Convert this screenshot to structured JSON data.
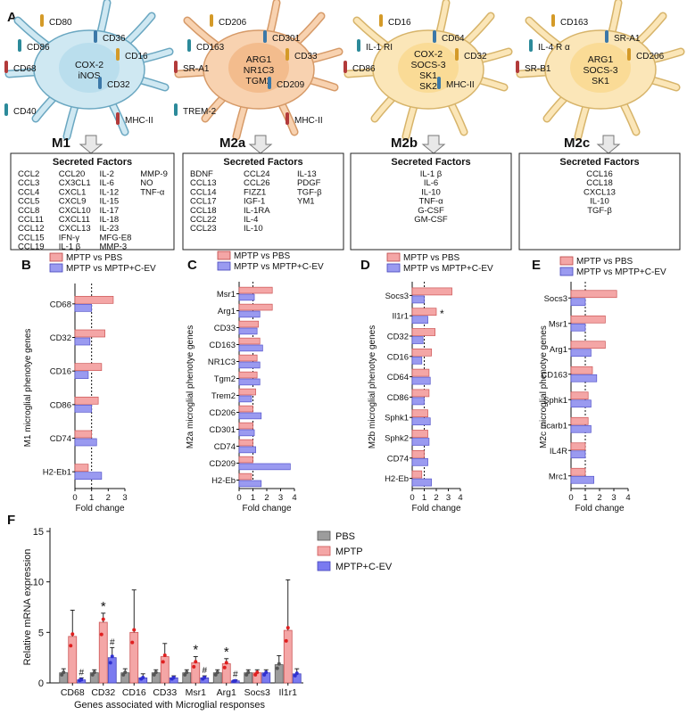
{
  "panel_letters": {
    "A": "A",
    "B": "B",
    "C": "C",
    "D": "D",
    "E": "E",
    "F": "F"
  },
  "cells": [
    {
      "id": "M1",
      "title": "M1",
      "color": "#cfe8f2",
      "edge": "#6aa7c1",
      "inner_labels": [
        "COX-2",
        "iNOS"
      ],
      "receptors": [
        "CD80",
        "CD36",
        "CD86",
        "CD68",
        "CD16",
        "CD32",
        "CD40",
        "MHC-II"
      ],
      "secreted_title": "Secreted Factors",
      "secreted_cols": [
        [
          "CCL2",
          "CCL3",
          "CCL4",
          "CCL5",
          "CCL8",
          "CCL11",
          "CCL12",
          "CCL15",
          "CCL19"
        ],
        [
          "CCL20",
          "CX3CL1",
          "CXCL1",
          "CXCL9",
          "CXCL10",
          "CXCL11",
          "CXCL13",
          "IFN-γ",
          "IL-1 β"
        ],
        [
          "IL-2",
          "IL-6",
          "IL-12",
          "IL-15",
          "IL-17",
          "IL-18",
          "IL-23",
          "MFG-E8",
          "MMP-3"
        ],
        [
          "MMP-9",
          "NO",
          "TNF-α"
        ]
      ]
    },
    {
      "id": "M2a",
      "title": "M2a",
      "color": "#f8d2b0",
      "edge": "#d69a68",
      "inner_labels": [
        "ARG1",
        "NR1C3",
        "TGM2"
      ],
      "receptors": [
        "CD206",
        "CD301",
        "CD163",
        "SR-A1",
        "CD33",
        "CD209",
        "TREM-2",
        "MHC-II"
      ],
      "secreted_title": "Secreted Factors",
      "secreted_cols": [
        [
          "BDNF",
          "CCL13",
          "CCL14",
          "CCL17",
          "CCL18",
          "CCL22",
          "CCL23"
        ],
        [
          "CCL24",
          "CCL26",
          "FIZZ1",
          "IGF-1",
          "IL-1RA",
          "IL-4",
          "IL-10"
        ],
        [
          "IL-13",
          "PDGF",
          "TGF-β",
          "YM1"
        ]
      ]
    },
    {
      "id": "M2b",
      "title": "M2b",
      "color": "#fbe6b8",
      "edge": "#d7b46a",
      "inner_labels": [
        "COX-2",
        "SOCS-3",
        "SK1",
        "SK2"
      ],
      "receptors": [
        "CD16",
        "CD64",
        "IL-1 RI",
        "CD86",
        "CD32",
        "MHC-II"
      ],
      "secreted_title": "Secreted Factors",
      "secreted_cols": [
        [
          "IL-1 β",
          "IL-6",
          "IL-10",
          "TNF-α",
          "G-CSF",
          "GM-CSF"
        ]
      ]
    },
    {
      "id": "M2c",
      "title": "M2c",
      "color": "#fbe6b8",
      "edge": "#d7b46a",
      "inner_labels": [
        "ARG1",
        "SOCS-3",
        "SK1"
      ],
      "receptors": [
        "CD163",
        "SR-A1",
        "IL-4 R α",
        "SR-B1",
        "CD206"
      ],
      "secreted_title": "Secreted Factors",
      "secreted_cols": [
        [
          "CCL16",
          "CCL18",
          "CXCL13",
          "IL-10",
          "TGF-β"
        ]
      ]
    }
  ],
  "legend_fold": {
    "s1": "MPTP vs PBS",
    "s2": "MPTP vs MPTP+C-EV"
  },
  "colors": {
    "s1": "#f4a6a6",
    "s2": "#9a9af0",
    "pbs": "#9c9c9c",
    "mptp": "#f4a6a6",
    "cev": "#7a7af0",
    "dot1": "#e02020",
    "dot2": "#3030d0",
    "dotg": "#555555"
  },
  "chart_data": [
    {
      "id": "B",
      "type": "bar",
      "orientation": "horizontal",
      "title": "",
      "ylabel": "M1 microglial phenotye genes",
      "xlabel": "Fold change",
      "xlim": [
        0,
        3
      ],
      "xticks": [
        0,
        1,
        2,
        3
      ],
      "refline": 1,
      "categories": [
        "CD68",
        "CD32",
        "CD16",
        "CD86",
        "CD74",
        "H2-Eb1"
      ],
      "series": [
        {
          "name": "MPTP vs PBS",
          "values": [
            2.3,
            1.8,
            1.6,
            1.4,
            1.0,
            0.8
          ]
        },
        {
          "name": "MPTP vs MPTP+C-EV",
          "values": [
            1.0,
            0.9,
            0.8,
            1.0,
            1.3,
            1.6
          ]
        }
      ],
      "annotations": []
    },
    {
      "id": "C",
      "type": "bar",
      "orientation": "horizontal",
      "title": "",
      "ylabel": "M2a microglial phenotye genes",
      "xlabel": "Fold change",
      "xlim": [
        0,
        4
      ],
      "xticks": [
        0,
        1,
        2,
        3,
        4
      ],
      "refline": 1,
      "categories": [
        "Msr1",
        "Arg1",
        "CD33",
        "CD163",
        "NR1C3",
        "Tgm2",
        "Trem2",
        "CD206",
        "CD301",
        "CD74",
        "CD209",
        "H2-Eb"
      ],
      "series": [
        {
          "name": "MPTP vs PBS",
          "values": [
            2.4,
            2.4,
            1.4,
            1.5,
            1.3,
            1.3,
            1.2,
            1.0,
            1.0,
            1.0,
            1.0,
            0.9
          ]
        },
        {
          "name": "MPTP vs MPTP+C-EV",
          "values": [
            1.1,
            1.5,
            1.3,
            1.7,
            1.5,
            1.5,
            0.9,
            1.6,
            1.1,
            1.2,
            3.7,
            1.6
          ]
        }
      ],
      "annotations": []
    },
    {
      "id": "D",
      "type": "bar",
      "orientation": "horizontal",
      "title": "",
      "ylabel": "M2b microglial phenotye genes",
      "xlabel": "Fold change",
      "xlim": [
        0,
        4
      ],
      "xticks": [
        0,
        1,
        2,
        3,
        4
      ],
      "refline": 1,
      "categories": [
        "Socs3",
        "Il1r1",
        "CD32",
        "CD16",
        "CD64",
        "CD86",
        "Sphk1",
        "Sphk2",
        "CD74",
        "H2-Eb"
      ],
      "series": [
        {
          "name": "MPTP vs PBS",
          "values": [
            3.3,
            2.0,
            1.9,
            1.6,
            1.4,
            1.4,
            1.3,
            1.3,
            1.0,
            0.8
          ]
        },
        {
          "name": "MPTP vs MPTP+C-EV",
          "values": [
            1.0,
            1.3,
            0.9,
            0.8,
            1.5,
            1.0,
            1.5,
            1.4,
            1.3,
            1.6
          ]
        }
      ],
      "annotations": [
        {
          "category": "Il1r1",
          "text": "*"
        }
      ]
    },
    {
      "id": "E",
      "type": "bar",
      "orientation": "horizontal",
      "title": "",
      "ylabel": "M2c microglial phenotye genes",
      "xlabel": "Fold change",
      "xlim": [
        0,
        4
      ],
      "xticks": [
        0,
        1,
        2,
        3,
        4
      ],
      "refline": 1,
      "categories": [
        "Socs3",
        "Msr1",
        "Arg1",
        "CD163",
        "Sphk1",
        "Scarb1",
        "IL4R",
        "Mrc1"
      ],
      "series": [
        {
          "name": "MPTP vs PBS",
          "values": [
            3.2,
            2.4,
            2.4,
            1.5,
            1.2,
            1.2,
            1.0,
            1.0
          ]
        },
        {
          "name": "MPTP vs MPTP+C-EV",
          "values": [
            1.0,
            1.0,
            1.4,
            1.8,
            1.4,
            1.4,
            1.0,
            1.6
          ]
        }
      ],
      "annotations": []
    },
    {
      "id": "F",
      "type": "bar",
      "orientation": "vertical",
      "title": "",
      "ylabel": "Relative mRNA expression",
      "xlabel": "Genes associated with Microglial responses",
      "ylim": [
        0,
        15
      ],
      "yticks": [
        0,
        5,
        10,
        15
      ],
      "categories": [
        "CD68",
        "CD32",
        "CD16",
        "CD33",
        "Msr1",
        "Arg1",
        "Socs3",
        "Il1r1"
      ],
      "series": [
        {
          "name": "PBS",
          "values": [
            1.0,
            1.0,
            1.0,
            1.0,
            1.0,
            1.0,
            1.0,
            1.8
          ],
          "err": [
            0.4,
            0.3,
            0.4,
            0.3,
            0.3,
            0.3,
            0.3,
            0.9
          ]
        },
        {
          "name": "MPTP",
          "values": [
            4.6,
            6.0,
            5.0,
            2.6,
            2.0,
            1.9,
            1.0,
            5.2
          ],
          "err": [
            2.6,
            0.9,
            4.2,
            1.3,
            0.6,
            0.5,
            0.3,
            5.0
          ]
        },
        {
          "name": "MPTP+C-EV",
          "values": [
            0.3,
            2.5,
            0.5,
            0.5,
            0.5,
            0.2,
            1.0,
            0.9
          ],
          "err": [
            0.2,
            1.0,
            0.4,
            0.2,
            0.2,
            0.1,
            0.3,
            0.5
          ]
        }
      ],
      "annotations": [
        {
          "category": "CD68",
          "series": "MPTP+C-EV",
          "text": "#"
        },
        {
          "category": "CD32",
          "series": "MPTP",
          "text": "*"
        },
        {
          "category": "CD32",
          "series": "MPTP+C-EV",
          "text": "#"
        },
        {
          "category": "Msr1",
          "series": "MPTP",
          "text": "*"
        },
        {
          "category": "Msr1",
          "series": "MPTP+C-EV",
          "text": "#"
        },
        {
          "category": "Arg1",
          "series": "MPTP",
          "text": "*"
        },
        {
          "category": "Arg1",
          "series": "MPTP+C-EV",
          "text": "#"
        }
      ]
    }
  ]
}
